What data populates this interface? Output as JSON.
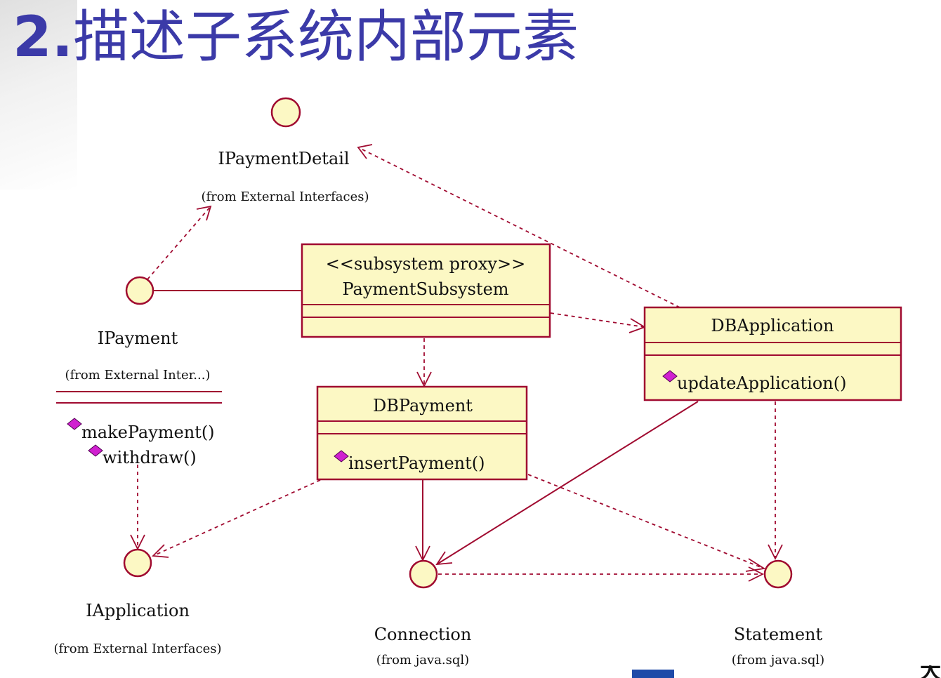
{
  "slide": {
    "title_number": "2.",
    "title_text": "描述子系统内部元素"
  },
  "diagram": {
    "interfaces": {
      "ipaymentdetail": {
        "name": "IPaymentDetail",
        "from": "(from External Interfaces)"
      },
      "ipayment": {
        "name": "IPayment",
        "from": "(from External Inter...)",
        "operations": [
          "makePayment()",
          "withdraw()"
        ]
      },
      "iapplication": {
        "name": "IApplication",
        "from": "(from External Interfaces)"
      },
      "connection": {
        "name": "Connection",
        "from": "(from java.sql)"
      },
      "statement": {
        "name": "Statement",
        "from": "(from java.sql)"
      }
    },
    "classes": {
      "paymentsubsystem": {
        "stereotype": "<<subsystem proxy>>",
        "name": "PaymentSubsystem"
      },
      "dbapplication": {
        "name": "DBApplication",
        "operations": [
          "updateApplication()"
        ]
      },
      "dbpayment": {
        "name": "DBPayment",
        "operations": [
          "insertPayment()"
        ]
      }
    }
  },
  "footer": {
    "logo_text": "大"
  },
  "colors": {
    "title": "#3b3aa8",
    "box_fill": "#fcf8c4",
    "box_stroke": "#a00a30",
    "operation_icon": "#d020d0"
  }
}
